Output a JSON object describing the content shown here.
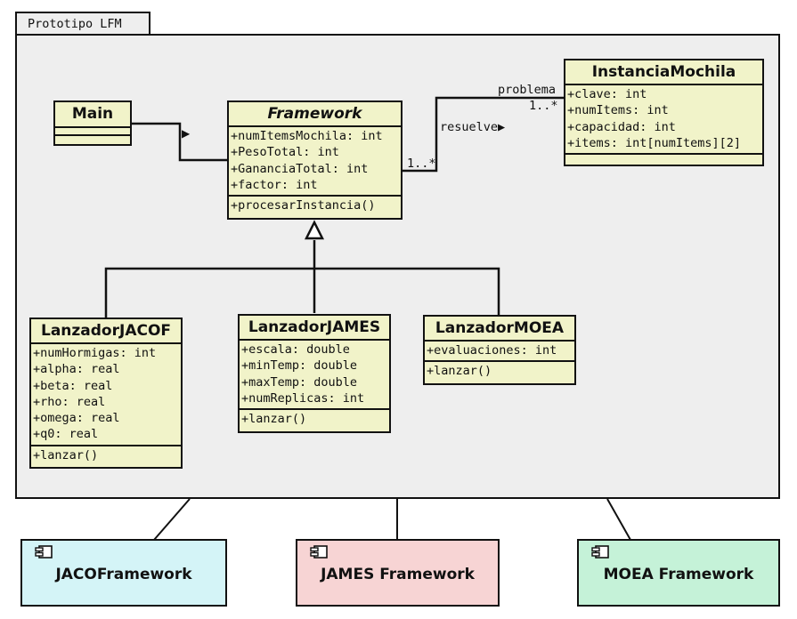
{
  "package": {
    "title": "Prototipo LFM"
  },
  "classes": {
    "main": {
      "name": "Main",
      "attributes": [],
      "operations": []
    },
    "framework": {
      "name": "Framework",
      "abstract": true,
      "attributes": [
        "+numItemsMochila: int",
        "+PesoTotal: int",
        "+GananciaTotal: int",
        "+factor: int"
      ],
      "operations": [
        "+procesarInstancia()"
      ]
    },
    "instancia": {
      "name": "InstanciaMochila",
      "attributes": [
        "+clave: int",
        "+numItems: int",
        "+capacidad: int",
        "+items: int[numItems][2]"
      ],
      "operations": []
    },
    "jacof": {
      "name": "LanzadorJACOF",
      "attributes": [
        "+numHormigas: int",
        "+alpha: real",
        "+beta: real",
        "+rho: real",
        "+omega: real",
        "+q0: real"
      ],
      "operations": [
        "+lanzar()"
      ]
    },
    "james": {
      "name": "LanzadorJAMES",
      "attributes": [
        "+escala: double",
        "+minTemp: double",
        "+maxTemp: double",
        "+numReplicas: int"
      ],
      "operations": [
        "+lanzar()"
      ]
    },
    "moea": {
      "name": "LanzadorMOEA",
      "attributes": [
        "+evaluaciones: int"
      ],
      "operations": [
        "+lanzar()"
      ]
    }
  },
  "associations": {
    "main_framework": {
      "direction_arrow": "▶"
    },
    "framework_instancia": {
      "name": "resuelve▶",
      "role": "problema",
      "multiplicity_source": "1..*",
      "multiplicity_target": "1..*"
    }
  },
  "components": [
    {
      "name": "JACOFramework",
      "color": "#d4f4f7",
      "icon": "component-icon"
    },
    {
      "name": "JAMES Framework",
      "color": "#f7d4d4",
      "icon": "component-icon"
    },
    {
      "name": "MOEA Framework",
      "color": "#c5f2d8",
      "icon": "component-icon"
    }
  ],
  "colors": {
    "class_fill": "#f1f3c9",
    "package_fill": "#eeeeee",
    "stroke": "#111111"
  }
}
